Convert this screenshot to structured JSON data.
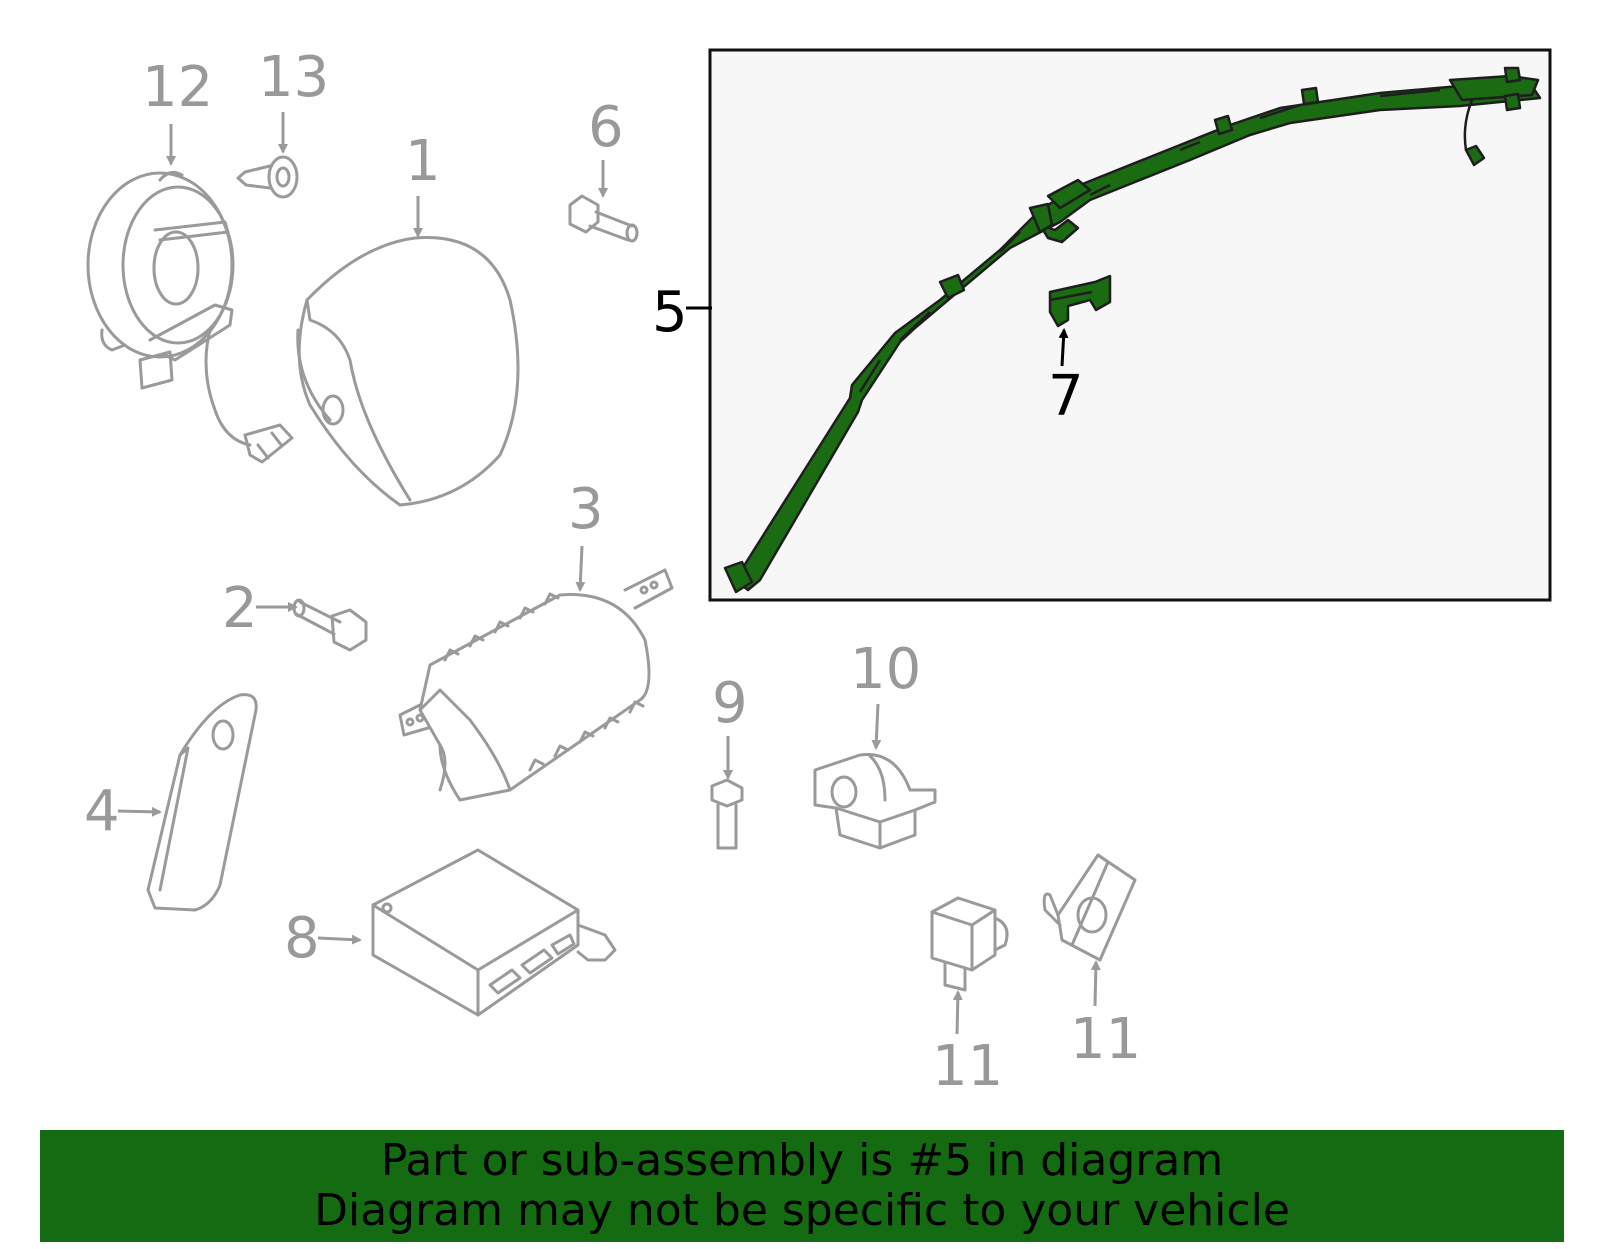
{
  "callouts": {
    "c1": "1",
    "c2": "2",
    "c3": "3",
    "c4": "4",
    "c5": "5",
    "c6": "6",
    "c7": "7",
    "c8": "8",
    "c9": "9",
    "c10": "10",
    "c11a": "11",
    "c11b": "11",
    "c12": "12",
    "c13": "13"
  },
  "highlight": {
    "part_number": "5",
    "color": "#1a6b12"
  },
  "footer": {
    "line1": "Part or sub-assembly is #5 in diagram",
    "line2": "Diagram may not be specific to your vehicle",
    "background": "#156b12"
  }
}
